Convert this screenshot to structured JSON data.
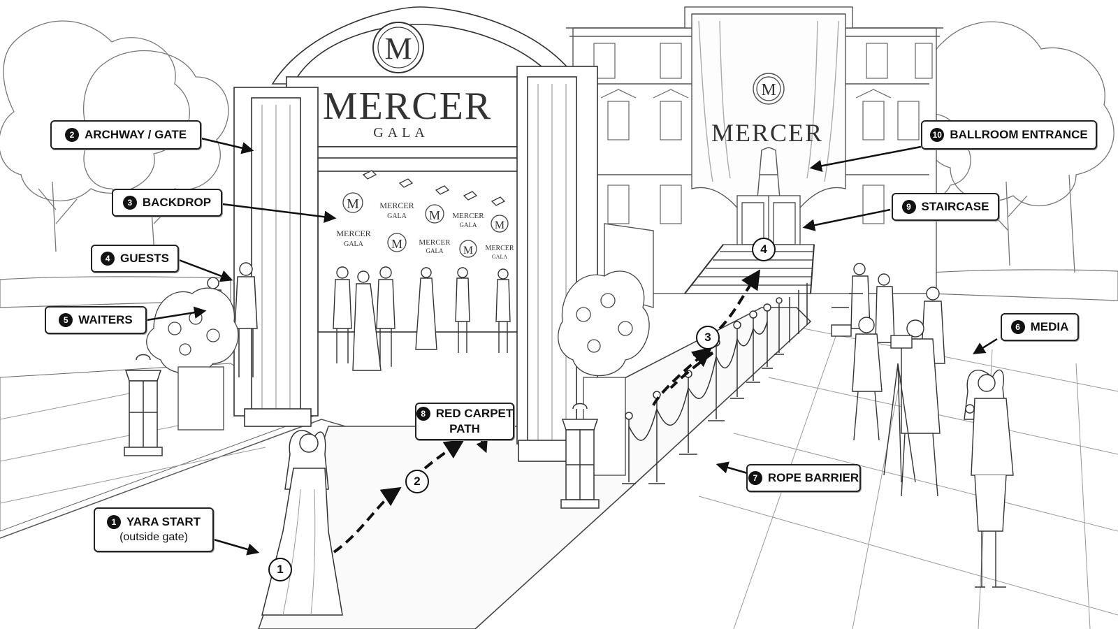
{
  "signage": {
    "arch_monogram": "M",
    "arch_title": "MERCER",
    "arch_subtitle": "GALA",
    "building_monogram": "M",
    "building_title": "MERCER",
    "backdrop_monogram": "M",
    "backdrop_title": "MERCER",
    "backdrop_subtitle": "GALA"
  },
  "labels": [
    {
      "id": "archway",
      "num": "2",
      "text": "ARCHWAY / GATE"
    },
    {
      "id": "backdrop",
      "num": "3",
      "text": "BACKDROP"
    },
    {
      "id": "guests",
      "num": "4",
      "text": "GUESTS"
    },
    {
      "id": "waiters",
      "num": "5",
      "text": "WAITERS"
    },
    {
      "id": "yara-start",
      "num": "1",
      "text": "YARA START",
      "sub": "(outside gate)"
    },
    {
      "id": "red-carpet",
      "num": "8",
      "text": "RED CARPET",
      "sub": "PATH"
    },
    {
      "id": "ballroom",
      "num": "10",
      "text": "BALLROOM ENTRANCE"
    },
    {
      "id": "staircase",
      "num": "9",
      "text": "STAIRCASE"
    },
    {
      "id": "media",
      "num": "6",
      "text": "MEDIA"
    },
    {
      "id": "rope-barrier",
      "num": "7",
      "text": "ROPE BARRIER"
    }
  ],
  "waypoints": [
    "1",
    "2",
    "3",
    "4"
  ],
  "colors": {
    "ink": "#111111",
    "line": "#444444",
    "paper": "#ffffff"
  }
}
